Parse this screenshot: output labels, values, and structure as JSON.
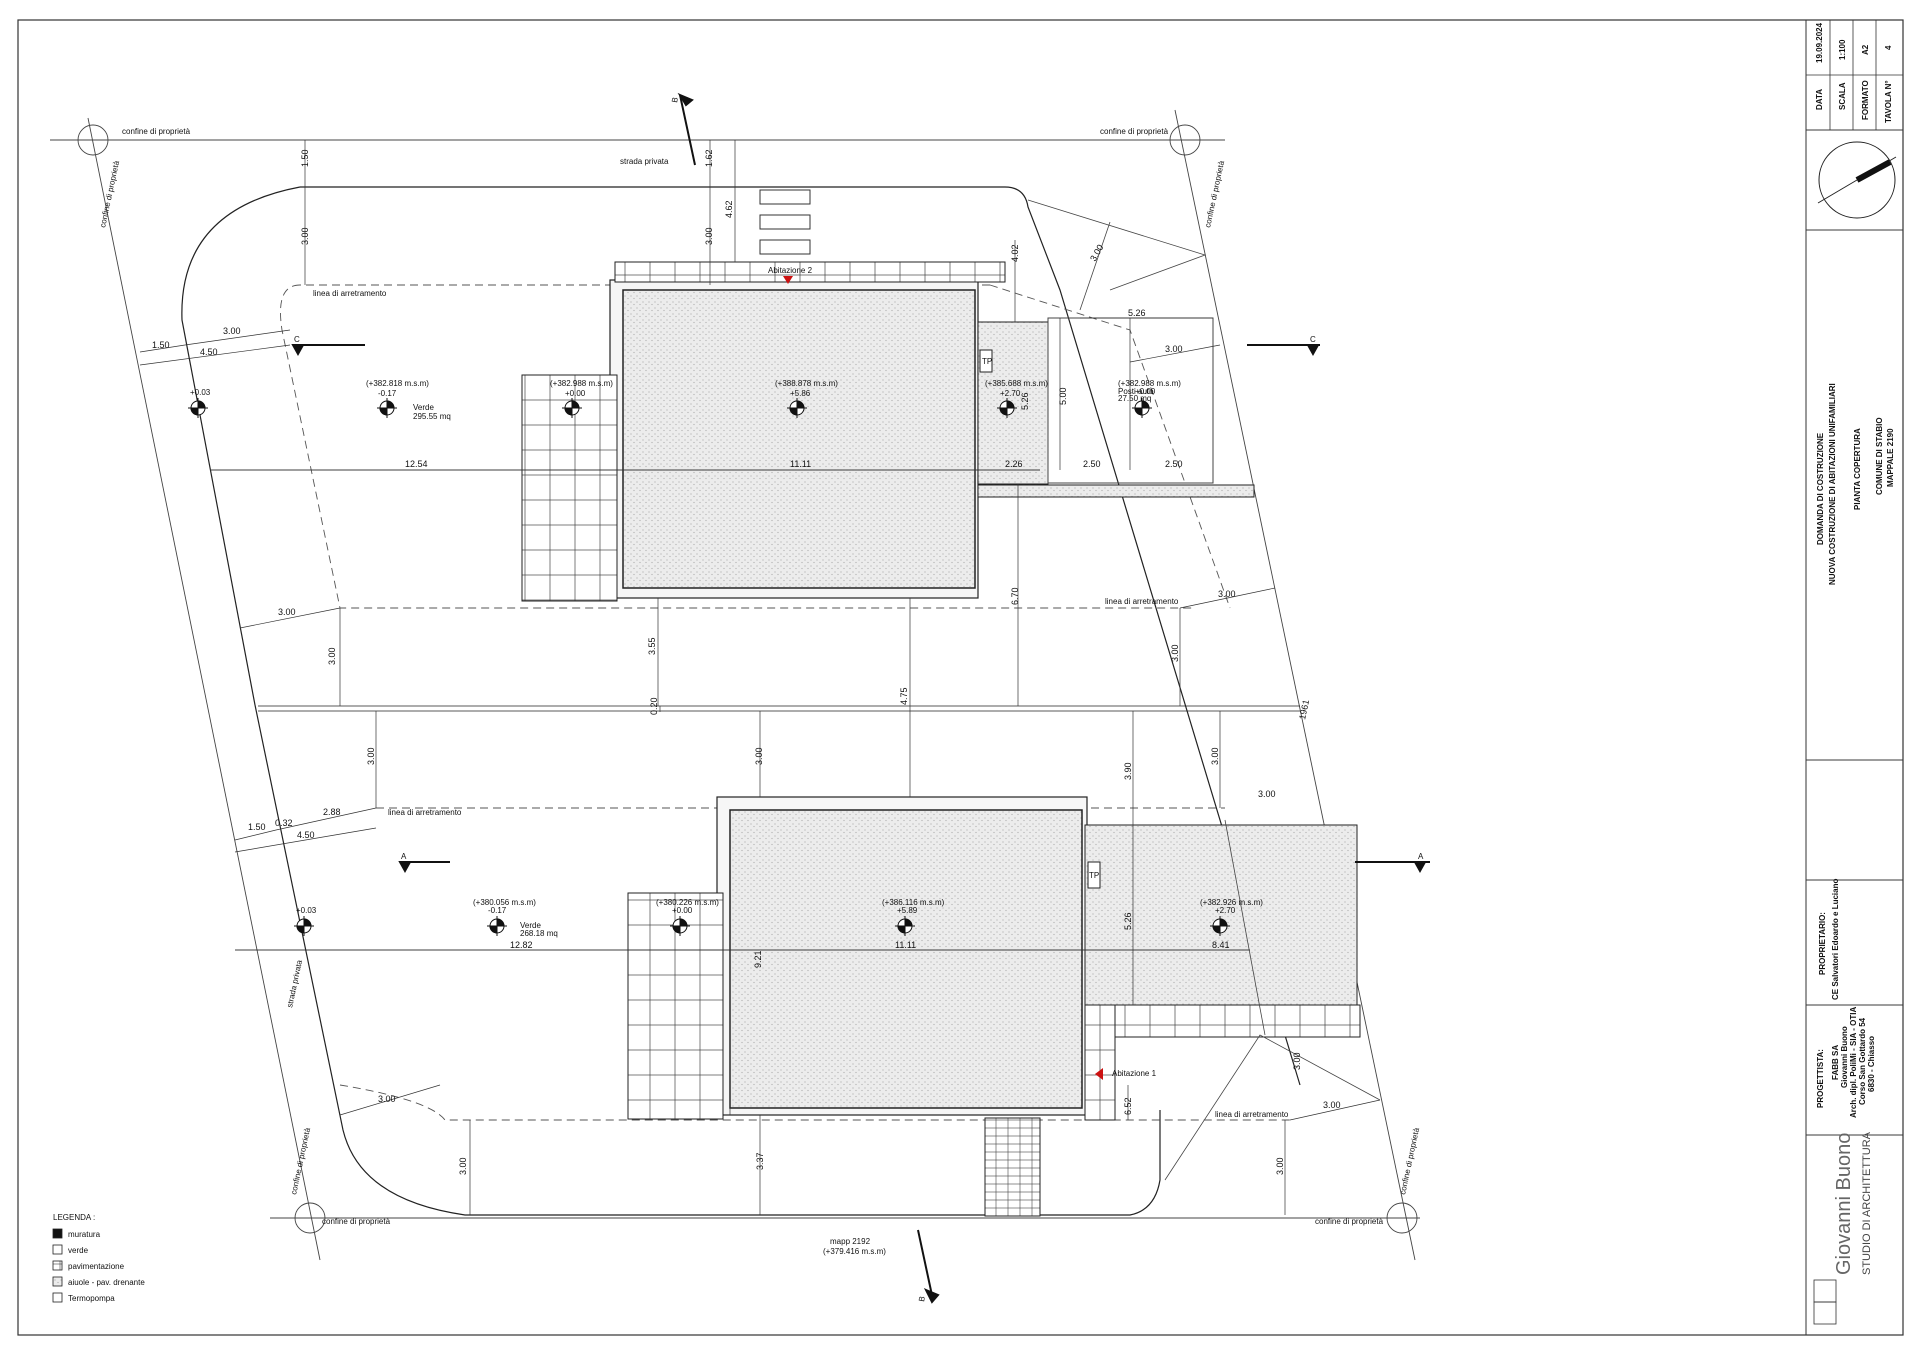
{
  "street": "strada privata",
  "property_boundary": "confine di proprietà",
  "setback_line": "linea di arretramento",
  "tp": "TP",
  "units": {
    "north": "Abitazione 2",
    "south": "Abitazione 1"
  },
  "north_lot": {
    "garden_level": "(+382.818 m.s.m)",
    "garden_rel": "-0.17",
    "garden_area_label": "Verde",
    "garden_area": "295.55 mq",
    "terrace_level": "(+382.988 m.s.m)",
    "terrace_rel": "+0.00",
    "roof_level": "(+388.878 m.s.m)",
    "roof_rel": "+5.86",
    "tp_level": "(+385.688 m.s.m)",
    "tp_rel": "+2.70",
    "parking_level": "(+382.988 m.s.m)",
    "parking_rel": "+0.00",
    "parking_label": "Posti auto",
    "parking_area": "27.50 mq",
    "corner_rel": "+0.03"
  },
  "south_lot": {
    "garden_level": "(+380.056 m.s.m)",
    "garden_rel": "-0.17",
    "garden_area_label": "Verde",
    "garden_area": "268.18 mq",
    "terrace_level": "(+380.226 m.s.m)",
    "terrace_rel": "+0.00",
    "roof_level": "(+386.116 m.s.m)",
    "roof_rel": "+5.89",
    "annex_level": "(+382.926 m.s.m)",
    "annex_rel": "+2.70",
    "corner_rel": "+0.03"
  },
  "mappale": "mapp 2192",
  "mappale_level": "(+379.416 m.s.m)",
  "dims": {
    "d150a": "1.50",
    "d300a": "3.00",
    "d162": "1.62",
    "d300b": "3.00",
    "d462": "4.62",
    "d402": "4.02",
    "d300c": "3.00",
    "d526a": "5.26",
    "d300d": "3.00",
    "d150b": "1.50",
    "d300e": "3.00",
    "d450a": "4.50",
    "d1254": "12.54",
    "d1111a": "11.11",
    "d226": "2.26",
    "d250a": "2.50",
    "d250b": "2.50",
    "d500": "5.00",
    "d526b": "5.26",
    "d300f": "3.00",
    "d300g": "3.00",
    "d355": "3.55",
    "d670": "6.70",
    "d300h": "3.00",
    "d300i": "3.00",
    "d020": "0.20",
    "d475": "4.75",
    "d300j": "3.00",
    "d300k": "3.00",
    "d390": "3.90",
    "d300l": "3.00",
    "d300m": "3.00",
    "d150c": "1.50",
    "d032": "0.32",
    "d288": "2.88",
    "d450b": "4.50",
    "d1282": "12.82",
    "d1111b": "11.11",
    "d841": "8.41",
    "d921": "9.21",
    "d526c": "5.26",
    "d300n": "3.00",
    "d300o": "3.00",
    "d652": "6.52",
    "d300p": "3.00",
    "d300q": "3.00",
    "d337": "3.37",
    "d300r": "3.00",
    "d1961": "1961"
  },
  "sections": {
    "a": "A",
    "b": "B",
    "c": "C"
  },
  "legend": {
    "title": "LEGENDA :",
    "items": [
      "muratura",
      "verde",
      "pavimentazione",
      "aiuole - pav. drenante",
      "Termopompa"
    ]
  },
  "title_block": {
    "data_label": "DATA",
    "data_value": "19.09.2024",
    "scala_label": "SCALA",
    "scala_value": "1:100",
    "formato_label": "FORMATO",
    "formato_value": "A2",
    "tavola_label": "TAVOLA N°",
    "tavola_value": "4",
    "project_line1": "DOMANDA DI COSTRUZIONE",
    "project_line2": "NUOVA COSTRUZIONE DI ABITAZIONI UNIFAMILIARI",
    "drawing_title": "PIANTA COPERTURA",
    "location_line1": "COMUNE DI STABIO",
    "location_line2": "MAPPALE 2190",
    "owner_label": "PROPRIETARIO:",
    "owner_name": "CE Salvatori Edoardo e Luciano",
    "designer_label": "PROGETTISTA:",
    "designer_line1": "FABB SA",
    "designer_line2": "Giovanni Buono",
    "designer_line3": "Arch. dipl. PoliMi - SIA - OTIA",
    "designer_line4": "Corso San Gottardo 54",
    "designer_line5": "6830 - Chiasso",
    "studio_name": "Giovanni Buono",
    "studio_sub": "STUDIO DI ARCHITETTURA"
  },
  "colors": {
    "line": "#222222",
    "marker": "#cc1111",
    "hatch": "#d8d8d8"
  }
}
